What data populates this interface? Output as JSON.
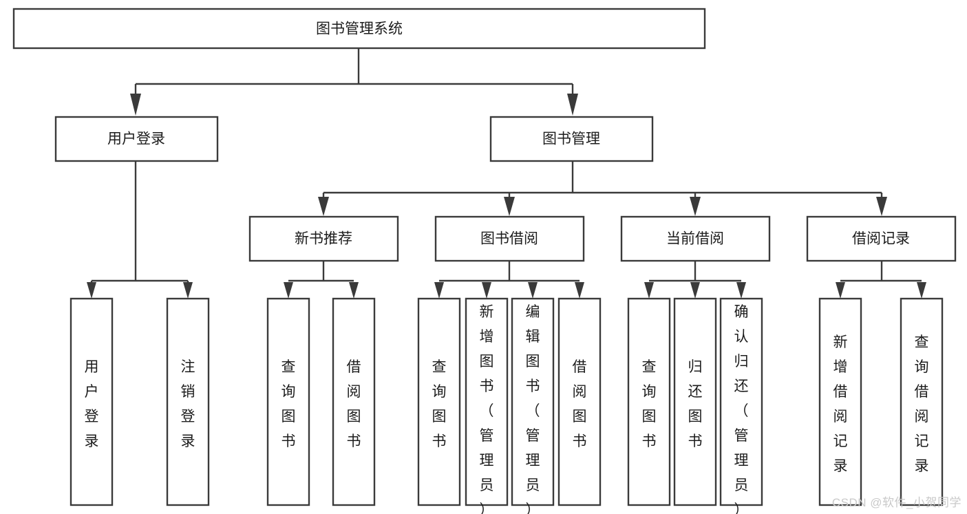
{
  "diagram": {
    "type": "tree-hierarchy",
    "orientation": "top-down",
    "root": {
      "id": "root",
      "label": "图书管理系统"
    },
    "level2": [
      {
        "id": "user-login",
        "label": "用户登录"
      },
      {
        "id": "book-management",
        "label": "图书管理"
      }
    ],
    "level3": [
      {
        "id": "new-book-recommend",
        "label": "新书推荐",
        "parent": "book-management"
      },
      {
        "id": "book-borrow",
        "label": "图书借阅",
        "parent": "book-management"
      },
      {
        "id": "current-borrow",
        "label": "当前借阅",
        "parent": "book-management"
      },
      {
        "id": "borrow-record",
        "label": "借阅记录",
        "parent": "book-management"
      }
    ],
    "leaves": [
      {
        "id": "leaf-user-login",
        "label": "用户登录",
        "parent": "user-login"
      },
      {
        "id": "leaf-logout-login",
        "label": "注销登录",
        "parent": "user-login"
      },
      {
        "id": "leaf-query-book-1",
        "label": "查询图书",
        "parent": "new-book-recommend"
      },
      {
        "id": "leaf-borrow-book-1",
        "label": "借阅图书",
        "parent": "new-book-recommend"
      },
      {
        "id": "leaf-query-book-2",
        "label": "查询图书",
        "parent": "book-borrow"
      },
      {
        "id": "leaf-add-book",
        "label": "新增图书（管理员）",
        "parent": "book-borrow"
      },
      {
        "id": "leaf-edit-book",
        "label": "编辑图书（管理员）",
        "parent": "book-borrow"
      },
      {
        "id": "leaf-borrow-book-2",
        "label": "借阅图书",
        "parent": "book-borrow"
      },
      {
        "id": "leaf-query-book-3",
        "label": "查询图书",
        "parent": "current-borrow"
      },
      {
        "id": "leaf-return-book",
        "label": "归还图书",
        "parent": "current-borrow"
      },
      {
        "id": "leaf-confirm-return",
        "label": "确认归还（管理员）",
        "parent": "current-borrow"
      },
      {
        "id": "leaf-add-record",
        "label": "新增借阅记录",
        "parent": "borrow-record"
      },
      {
        "id": "leaf-query-record",
        "label": "查询借阅记录",
        "parent": "borrow-record"
      }
    ],
    "colors": {
      "box_stroke": "#3a3a3a",
      "box_fill": "#ffffff",
      "text": "#1c1c1c",
      "background": "#ffffff",
      "watermark": "#c9c9c9"
    }
  },
  "watermark": {
    "text": "CSDN @软件_小贺同学"
  }
}
